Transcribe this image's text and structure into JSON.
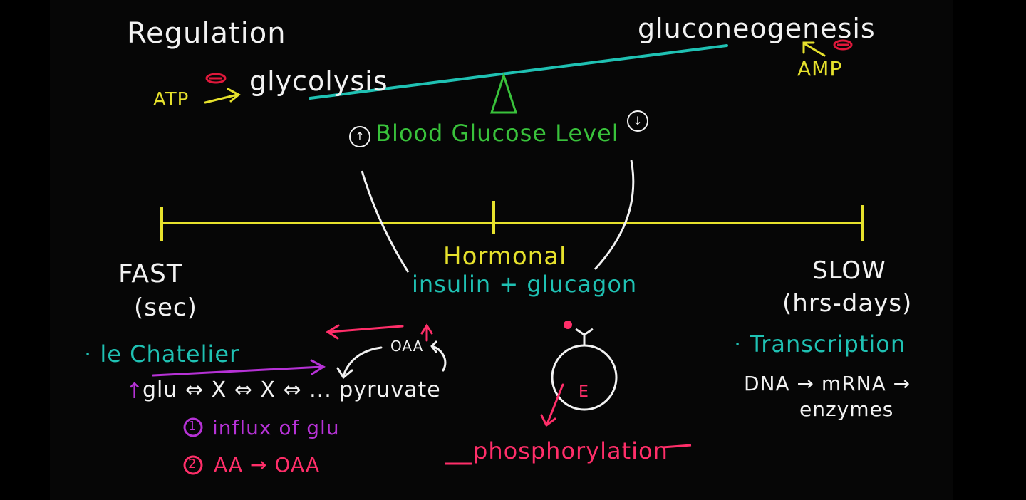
{
  "title": "Regulation",
  "balance": {
    "left": "glycolysis",
    "right": "gluconeogenesis",
    "left_regulator": "ATP",
    "right_regulator": "AMP",
    "pivot_label": "Blood Glucose Level",
    "left_marker": "↑",
    "right_marker": "↓"
  },
  "timeline": {
    "fast_label": "FAST",
    "fast_sub": "(sec)",
    "middle_label": "Hormonal",
    "middle_sub": "insulin + glucagon",
    "slow_label": "SLOW",
    "slow_sub": "(hrs-days)"
  },
  "fast_section": {
    "heading": "· le Chatelier",
    "pathway": "glu ⇔ X ⇔ X ⇔ ... pyruvate",
    "arrow_up": "↑",
    "oaa": "OAA",
    "item1_num": "1",
    "item1": "influx of glu",
    "item2_num": "2",
    "item2": "AA → OAA"
  },
  "hormonal_section": {
    "enzyme": "E",
    "caption": "phosphorylation"
  },
  "slow_section": {
    "heading": "· Transcription",
    "line1": "DNA → mRNA →",
    "line2": "enzymes"
  },
  "colors": {
    "yellow": "#e6e12c",
    "green": "#39c23b",
    "teal": "#1fc1b3",
    "pink": "#ff2e69",
    "purple": "#b632d6",
    "white": "#f2f2f2"
  }
}
